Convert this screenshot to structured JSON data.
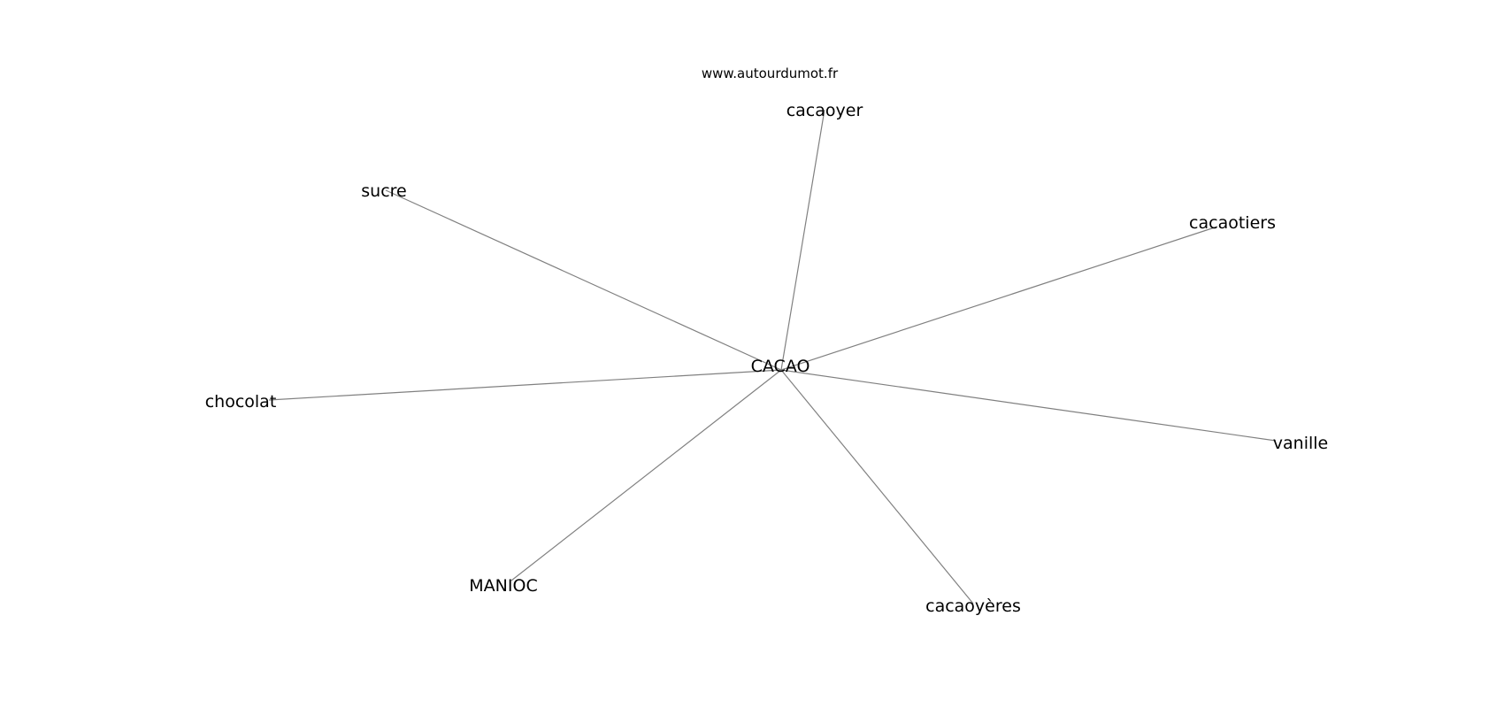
{
  "source": "www.autourdumot.fr",
  "center": {
    "id": "center",
    "label": "CACAO"
  },
  "nodes": [
    {
      "id": "cacaoyer",
      "label": "cacaoyer"
    },
    {
      "id": "sucre",
      "label": "sucre"
    },
    {
      "id": "cacaotiers",
      "label": "cacaotiers"
    },
    {
      "id": "chocolat",
      "label": "chocolat"
    },
    {
      "id": "vanille",
      "label": "vanille"
    },
    {
      "id": "manioc",
      "label": "MANIOC"
    },
    {
      "id": "cacaoyeres",
      "label": "cacaoyères"
    }
  ],
  "edges": [
    [
      "center",
      "cacaoyer"
    ],
    [
      "center",
      "sucre"
    ],
    [
      "center",
      "cacaotiers"
    ],
    [
      "center",
      "chocolat"
    ],
    [
      "center",
      "vanille"
    ],
    [
      "center",
      "manioc"
    ],
    [
      "center",
      "cacaoyeres"
    ]
  ],
  "colors": {
    "edge": "#808080",
    "text": "#000000",
    "background": "#ffffff"
  }
}
